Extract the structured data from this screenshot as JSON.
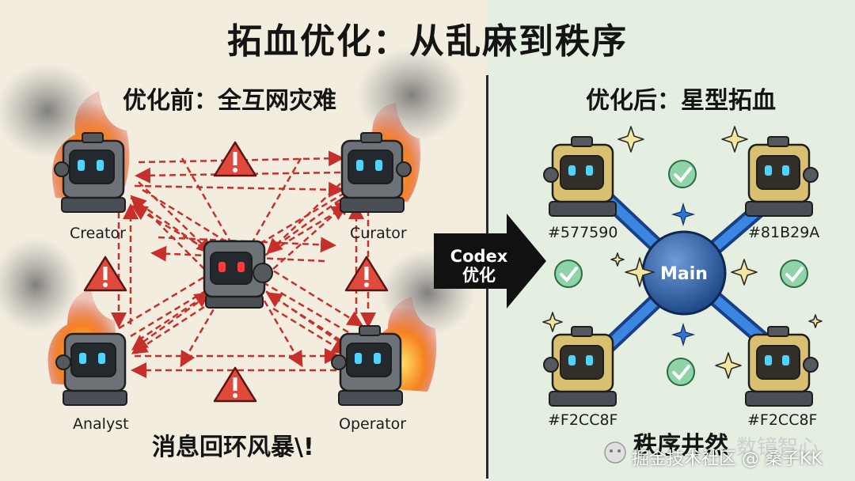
{
  "title": "拓血优化：从乱麻到秩序",
  "left": {
    "heading": "优化前：全互网灾难",
    "nodes": [
      "Creator",
      "Curator",
      "Analyst",
      "Operator"
    ],
    "caption": "消息回环风暴\\!"
  },
  "arrow": {
    "line1": "Codex",
    "line2": "优化"
  },
  "right": {
    "heading": "优化后：星型拓血",
    "center": "Main",
    "nodes": [
      "#577590",
      "#81B29A",
      "#F2CC8F",
      "#F2CC8F"
    ],
    "caption": "秩序井然"
  },
  "watermark": {
    "faint": "数镜智心",
    "main": "掘金技术社区 @ 桑子KK"
  },
  "colors": {
    "left_bg": "#f3ede0",
    "right_bg": "#e4efe2",
    "error_red": "#d23a2e",
    "flow_blue": "#2f74d0",
    "robot_gold": "#d9c071",
    "robot_gray": "#6c7278",
    "hub_blue": "#2d5fa8"
  }
}
